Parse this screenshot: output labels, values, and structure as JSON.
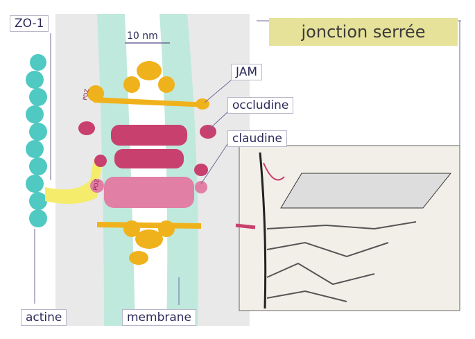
{
  "title": "jonction serrée",
  "labels": {
    "zo1": "ZO-1",
    "scale": "10 nm",
    "jam": "JAM",
    "occludine": "occludine",
    "claudine": "claudine",
    "actine": "actine",
    "membrane": "membrane",
    "pdz": "PDZ"
  },
  "colors": {
    "title_bg": "#e6e29a",
    "jam": "#f0b21c",
    "occludine": "#c8406e",
    "claudine": "#e17fa5",
    "zo1": "#f4ec6a",
    "actine": "#4fc9c1",
    "membrane": "#8ed8c4"
  }
}
